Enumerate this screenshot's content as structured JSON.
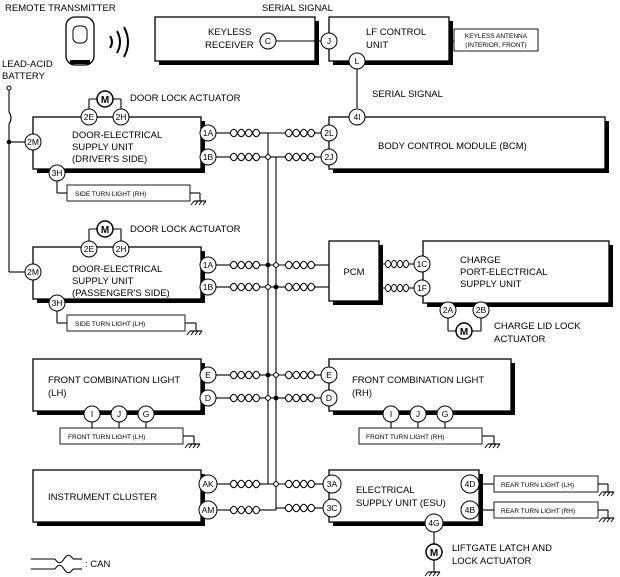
{
  "labels": {
    "remote_transmitter": "REMOTE TRANSMITTER",
    "serial_signal_top": "SERIAL SIGNAL",
    "serial_signal_mid": "SERIAL SIGNAL",
    "lead_acid_1": "LEAD-ACID",
    "lead_acid_2": "BATTERY",
    "can_legend": ": CAN"
  },
  "keyless_receiver": {
    "line1": "KEYLESS",
    "line2": "RECEIVER",
    "pin": "C"
  },
  "lf_control": {
    "line1": "LF CONTROL",
    "line2": "UNIT",
    "pin_j": "J",
    "pin_l": "L"
  },
  "keyless_antenna": {
    "line1": "KEYLESS ANTENNA",
    "line2": "(INTERIOR, FRONT)"
  },
  "bcm": {
    "name": "BODY CONTROL MODULE (BCM)",
    "pin_2l": "2L",
    "pin_2j": "2J",
    "pin_4i": "4I"
  },
  "door_driver": {
    "line1": "DOOR-ELECTRICAL",
    "line2": "SUPPLY UNIT",
    "line3": "(DRIVER'S SIDE)",
    "pin_1a": "1A",
    "pin_1b": "1B",
    "pin_2m": "2M",
    "pin_3h": "3H",
    "pin_2e": "2E",
    "pin_2h": "2H",
    "actuator": "DOOR LOCK ACTUATOR",
    "motor": "M",
    "turn_light": "SIDE TURN LIGHT (RH)"
  },
  "door_passenger": {
    "line1": "DOOR-ELECTRICAL",
    "line2": "SUPPLY UNIT",
    "line3": "(PASSENGER'S SIDE)",
    "pin_1a": "1A",
    "pin_1b": "1B",
    "pin_2m": "2M",
    "pin_3h": "3H",
    "pin_2e": "2E",
    "pin_2h": "2H",
    "actuator": "DOOR LOCK ACTUATOR",
    "motor": "M",
    "turn_light": "SIDE TURN LIGHT (LH)"
  },
  "pcm": {
    "name": "PCM"
  },
  "charge_port": {
    "line1": "CHARGE",
    "line2": "PORT-ELECTRICAL",
    "line3": "SUPPLY UNIT",
    "pin_1c": "1C",
    "pin_1f": "1F",
    "pin_2a": "2A",
    "pin_2b": "2B",
    "motor": "M",
    "actuator1": "CHARGE LID LOCK",
    "actuator2": "ACTUATOR"
  },
  "fcl_lh": {
    "line1": "FRONT COMBINATION LIGHT",
    "line2": "(LH)",
    "pin_e": "E",
    "pin_d": "D",
    "pin_i": "I",
    "pin_j": "J",
    "pin_g": "G",
    "turn_light": "FRONT TURN LIGHT (LH)"
  },
  "fcl_rh": {
    "line1": "FRONT COMBINATION LIGHT",
    "line2": "(RH)",
    "pin_e": "E",
    "pin_d": "D",
    "pin_i": "I",
    "pin_j": "J",
    "pin_g": "G",
    "turn_light": "FRONT TURN LIGHT (RH)"
  },
  "cluster": {
    "name": "INSTRUMENT CLUSTER",
    "pin_ak": "AK",
    "pin_am": "AM"
  },
  "esu": {
    "line1": "ELECTRICAL",
    "line2": "SUPPLY UNIT (ESU)",
    "pin_3a": "3A",
    "pin_3c": "3C",
    "pin_4d": "4D",
    "pin_4b": "4B",
    "pin_4g": "4G",
    "motor": "M",
    "rear_lh": "REAR TURN LIGHT (LH)",
    "rear_rh": "REAR TURN LIGHT (RH)",
    "liftgate1": "LIFTGATE LATCH AND",
    "liftgate2": "LOCK ACTUATOR"
  }
}
